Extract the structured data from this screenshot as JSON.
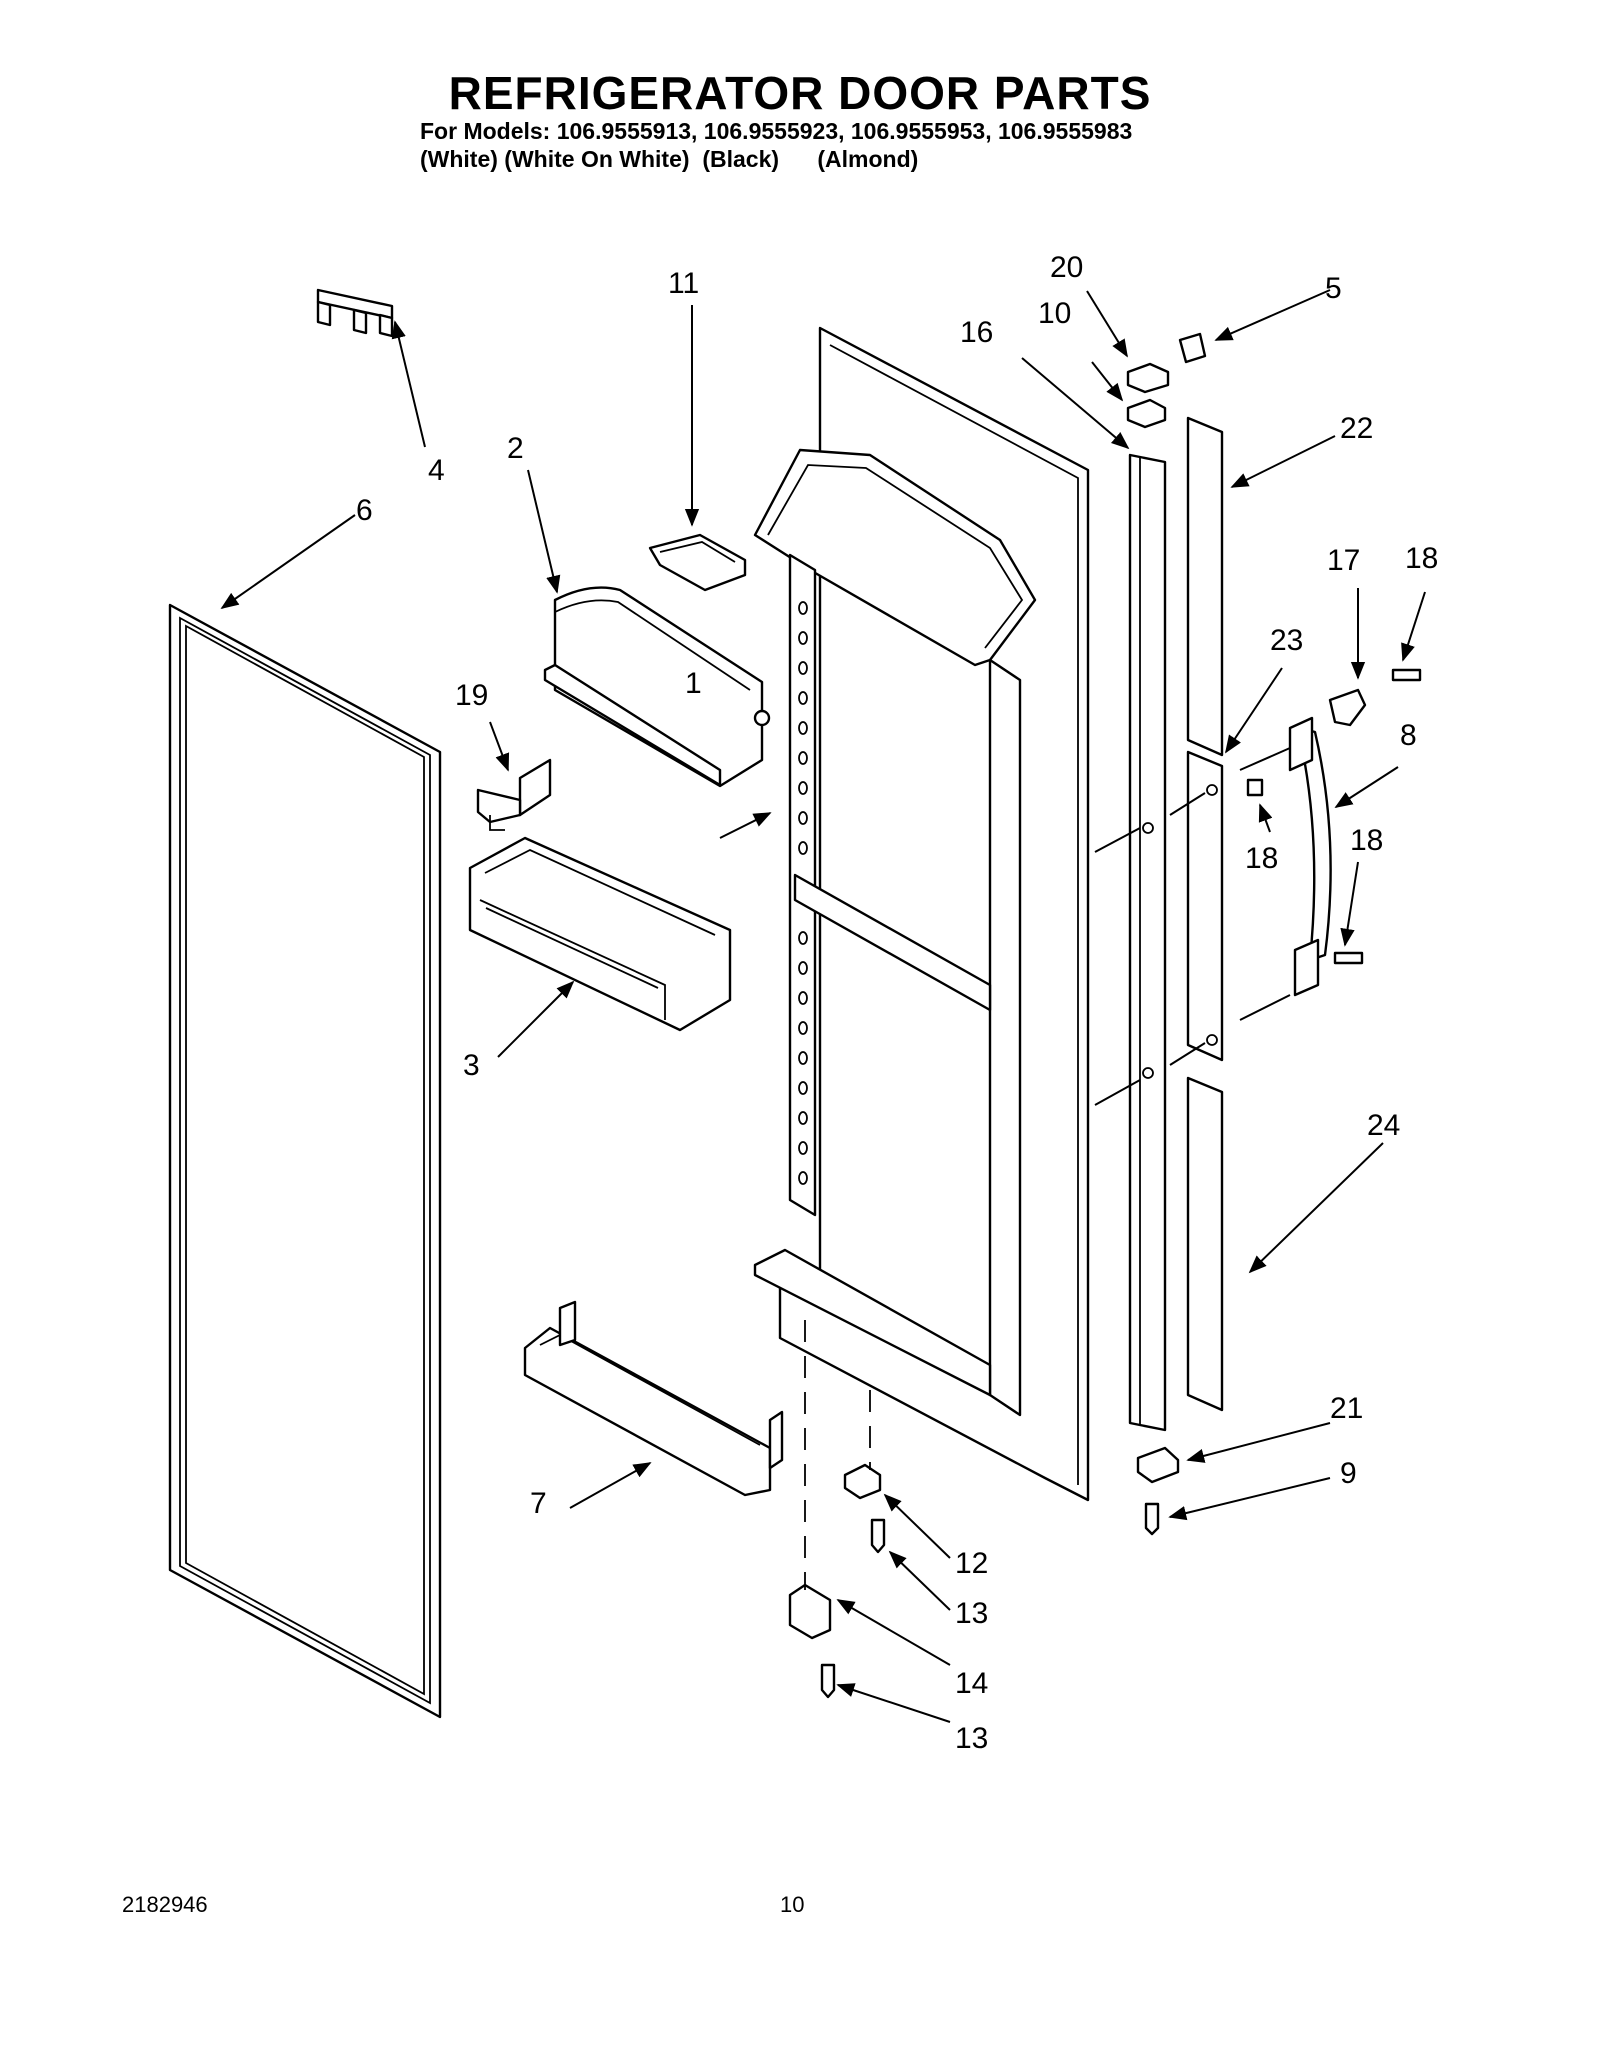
{
  "header": {
    "title": "REFRIGERATOR DOOR PARTS",
    "models_line": "For Models: 106.9555913, 106.9555923, 106.9555953, 106.9555983",
    "colors_line": "(White) (White On White)  (Black)      (Almond)"
  },
  "parts_diagram": {
    "callouts": [
      "1",
      "2",
      "3",
      "4",
      "5",
      "6",
      "7",
      "8",
      "9",
      "10",
      "11",
      "12",
      "13",
      "13",
      "14",
      "16",
      "17",
      "18",
      "18",
      "18",
      "19",
      "20",
      "21",
      "22",
      "23",
      "24"
    ]
  },
  "footer": {
    "doc_number": "2182946",
    "page_number": "10"
  }
}
